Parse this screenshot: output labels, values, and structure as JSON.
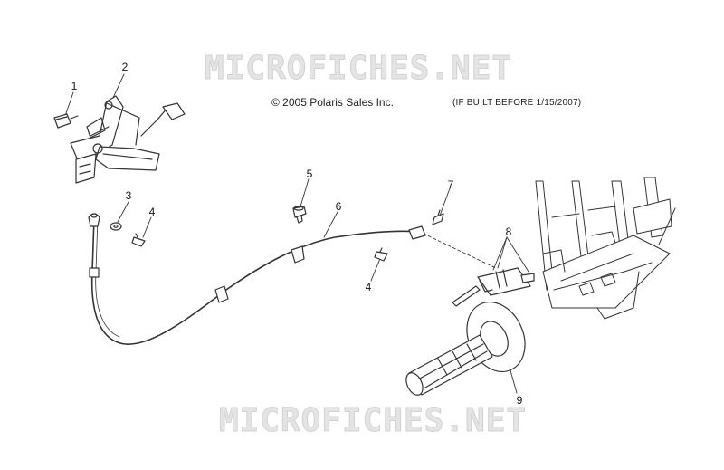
{
  "watermark": {
    "top": "MICROFICHES.NET",
    "bottom": "MICROFICHES.NET"
  },
  "header": {
    "copyright": "© 2005 Polaris Sales Inc.",
    "note": "(IF BUILT BEFORE 1/15/2007)"
  },
  "callouts": {
    "c1": "1",
    "c2": "2",
    "c3": "3",
    "c4a": "4",
    "c4b": "4",
    "c5": "5",
    "c6": "6",
    "c7": "7",
    "c8": "8",
    "c9": "9"
  }
}
